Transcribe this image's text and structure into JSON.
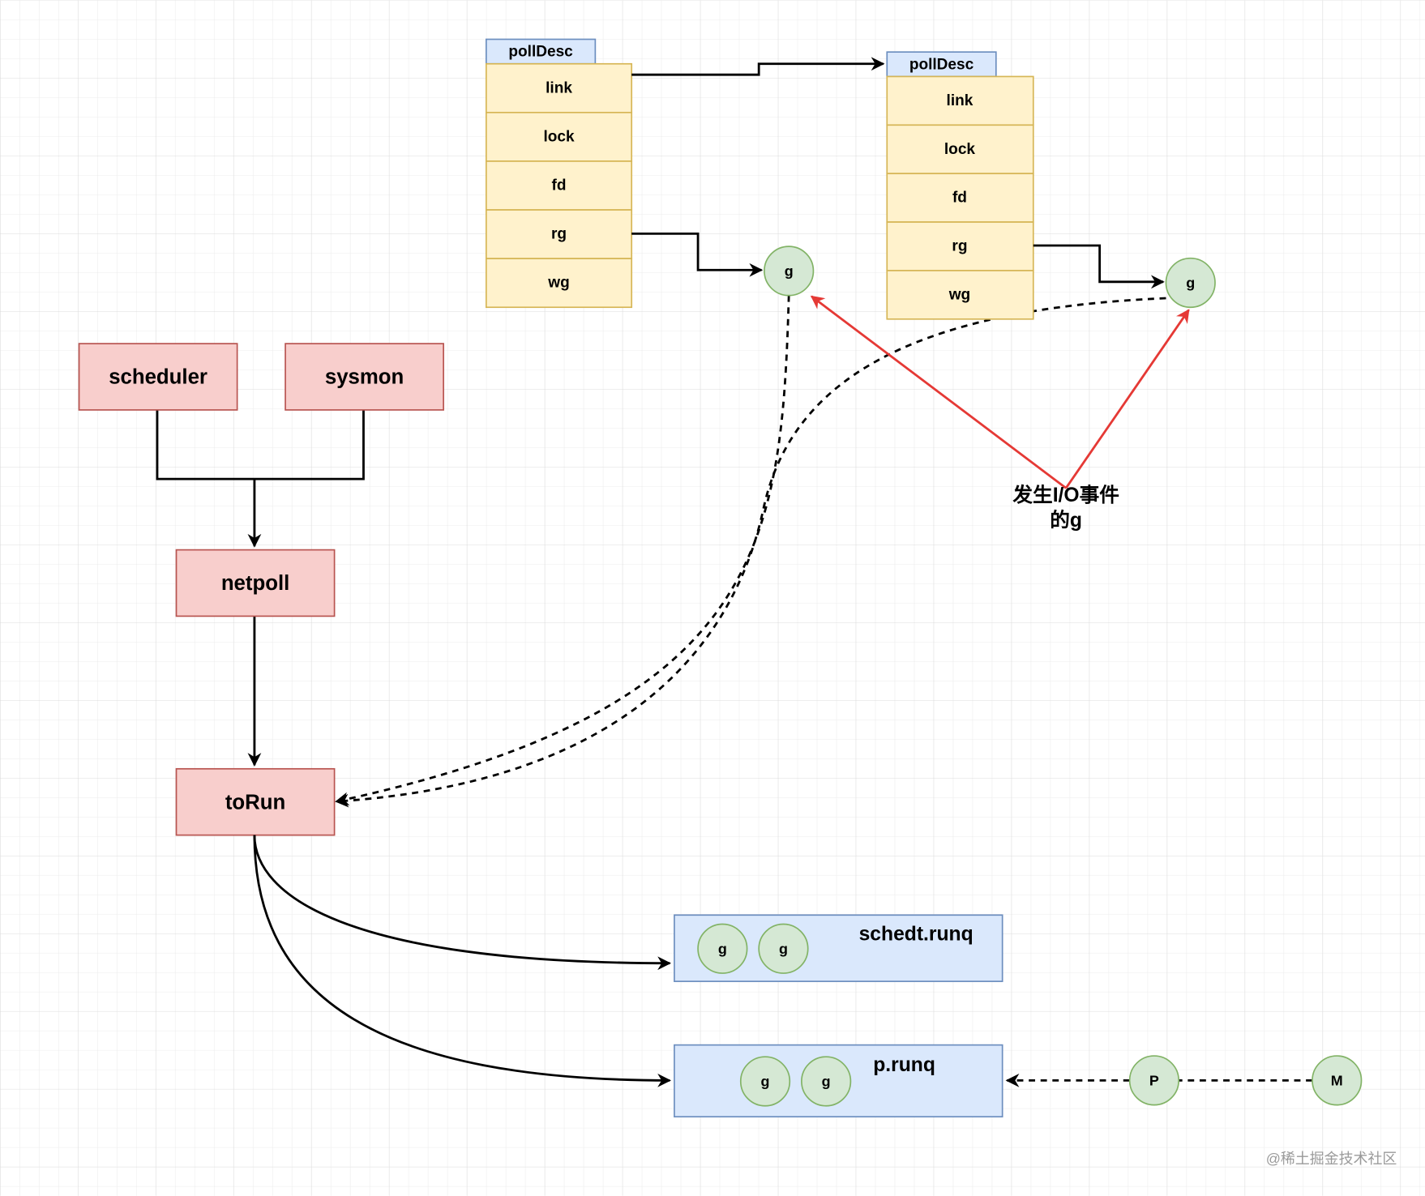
{
  "diagram": {
    "poll_descs": [
      {
        "header": "pollDesc",
        "fields": [
          "link",
          "lock",
          "fd",
          "rg",
          "wg"
        ],
        "g": "g"
      },
      {
        "header": "pollDesc",
        "fields": [
          "link",
          "lock",
          "fd",
          "rg",
          "wg"
        ],
        "g": "g"
      }
    ],
    "scheduler": "scheduler",
    "sysmon": "sysmon",
    "netpoll": "netpoll",
    "to_run": "toRun",
    "annotation": {
      "line1": "发生I/O事件",
      "line2": "的g"
    },
    "schedt_runq": {
      "label": "schedt.runq",
      "items": [
        "g",
        "g"
      ]
    },
    "p_runq": {
      "label": "p.runq",
      "items": [
        "g",
        "g"
      ]
    },
    "p": "P",
    "m": "M",
    "watermark": "@稀土掘金技术社区"
  },
  "colors": {
    "header_fill": "#dae8fc",
    "header_stroke": "#6c8ebf",
    "field_fill": "#fff2cc",
    "field_stroke": "#d6b656",
    "g_fill": "#d5e8d4",
    "g_stroke": "#82b366",
    "process_fill": "#f8cecc",
    "process_stroke": "#b85450",
    "queue_fill": "#dae8fc",
    "queue_stroke": "#6c8ebf",
    "highlight_arrow": "#e53935"
  }
}
